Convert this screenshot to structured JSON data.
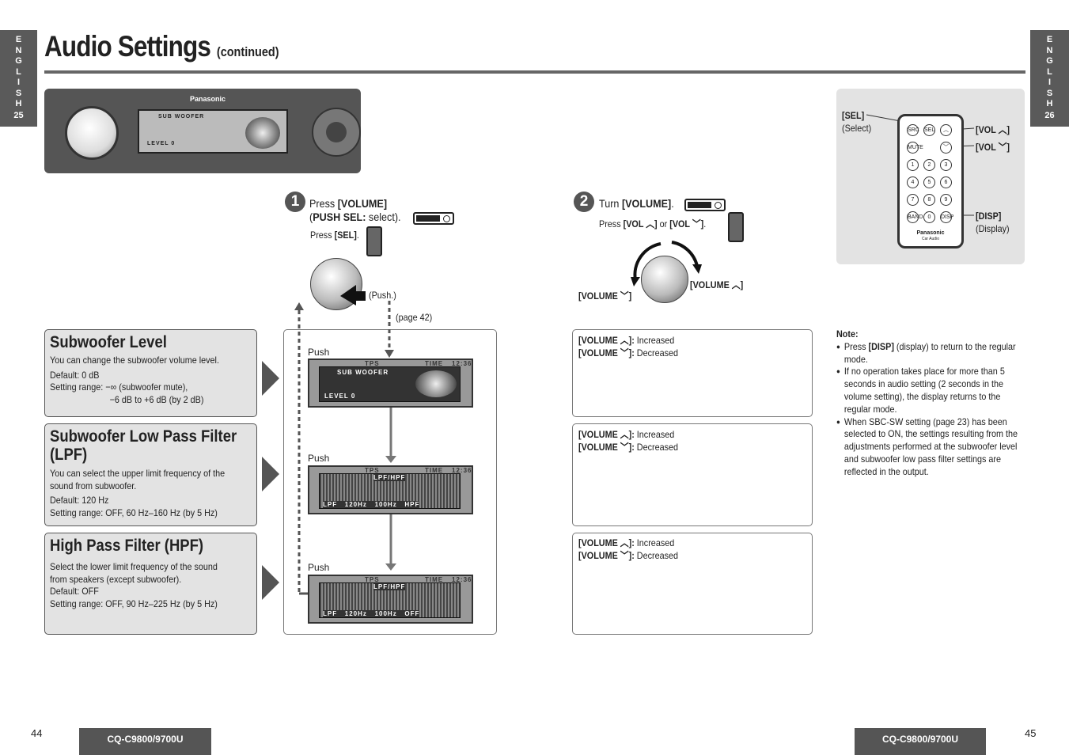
{
  "side_tabs": {
    "left": {
      "letters": "E\nN\nG\nL\nI\nS\nH",
      "number": "25"
    },
    "right": {
      "letters": "E\nN\nG\nL\nI\nS\nH",
      "number": "26"
    }
  },
  "header": {
    "title": "Audio Settings",
    "subtitle": "(continued)"
  },
  "head_unit": {
    "brand": "Panasonic",
    "display_label": "SUB WOOFER",
    "display_value": "LEVEL  0"
  },
  "step1": {
    "number": "1",
    "line1_pre": "Press ",
    "line1_key": "[VOLUME]",
    "line2_pre": "(",
    "line2_key": "PUSH SEL:",
    "line2_post": " select).",
    "remote_pre": "Press ",
    "remote_key": "[SEL]",
    "remote_post": ".",
    "push_label": "(Push.)",
    "page_ref": "(page 42)"
  },
  "step2": {
    "number": "2",
    "line1_pre": "Turn ",
    "line1_key": "[VOLUME]",
    "line1_post": ".",
    "remote_pre": "Press ",
    "remote_key1": "[VOL ︿]",
    "remote_mid": " or ",
    "remote_key2": "[VOL ﹀]",
    "remote_post": ".",
    "vol_up": "[VOLUME ︿]",
    "vol_down": "[VOLUME ﹀]"
  },
  "sections": [
    {
      "title": "Subwoofer Level",
      "desc": "You can change the subwoofer volume level.",
      "default": "Default: 0 dB",
      "range1": "Setting range: −∞ (subwoofer mute),",
      "range2": "−6 dB to +6 dB (by 2 dB)"
    },
    {
      "title_line1": "Subwoofer Low Pass Filter",
      "title_line2": "(LPF)",
      "desc1": "You can select the upper limit frequency of the",
      "desc2": "sound from subwoofer.",
      "default": "Default: 120 Hz",
      "range": "Setting range: OFF, 60 Hz–160 Hz (by 5 Hz)"
    },
    {
      "title": "High Pass Filter (HPF)",
      "desc1": "Select the lower limit frequency of the sound",
      "desc2": "from speakers (except subwoofer).",
      "default": "Default: OFF",
      "range": "Setting range: OFF, 90 Hz–225 Hz (by 5 Hz)"
    }
  ],
  "flow": {
    "push": "Push",
    "lcd1_label": "SUB WOOFER",
    "lcd1_value": "LEVEL  0",
    "lcd2_label": "LPF/HPF",
    "lcd2_row": "LPF   120Hz   100Hz   HPF",
    "lcd3_label": "LPF/HPF",
    "lcd3_row": "LPF   120Hz   100Hz   OFF",
    "lcd_tp": "TPS",
    "lcd_time": "TIME",
    "lcd_clock": "12:36"
  },
  "results": [
    {
      "up_key": "[VOLUME ︿]:",
      "up": " Increased",
      "down_key": "[VOLUME ﹀]:",
      "down": " Decreased"
    },
    {
      "up_key": "[VOLUME ︿]:",
      "up": " Increased",
      "down_key": "[VOLUME ﹀]:",
      "down": " Decreased"
    },
    {
      "up_key": "[VOLUME ︿]:",
      "up": " Increased",
      "down_key": "[VOLUME ﹀]:",
      "down": " Decreased"
    }
  ],
  "remote": {
    "sel_key": "[SEL]",
    "sel_desc": "(Select)",
    "vol_up": "[VOL ︿]",
    "vol_down": "[VOL ﹀]",
    "disp_key": "[DISP]",
    "disp_desc": "(Display)",
    "brand": "Panasonic",
    "brand_sub": "Car Audio",
    "btn_labels": [
      "SRC",
      "SEL",
      "MUTE",
      "1",
      "2",
      "3",
      "4",
      "5",
      "6",
      "7",
      "8",
      "9",
      "BAND",
      "0",
      "DISP"
    ]
  },
  "note": {
    "title": "Note:",
    "item1_pre": "Press ",
    "item1_key": "[DISP]",
    "item1_post": " (display) to return to the regular mode.",
    "item2": "If no operation takes place for more than 5 seconds in audio setting (2 seconds in the volume setting), the display returns to the regular mode.",
    "item3": "When SBC-SW setting (page 23) has been selected to ON, the settings resulting from the adjustments performed at the subwoofer level and subwoofer low pass filter settings are reflected in the output."
  },
  "footer": {
    "left_page": "44",
    "right_page": "45",
    "model_left": "CQ-C9800/9700U",
    "model_right": "CQ-C9800/9700U"
  }
}
